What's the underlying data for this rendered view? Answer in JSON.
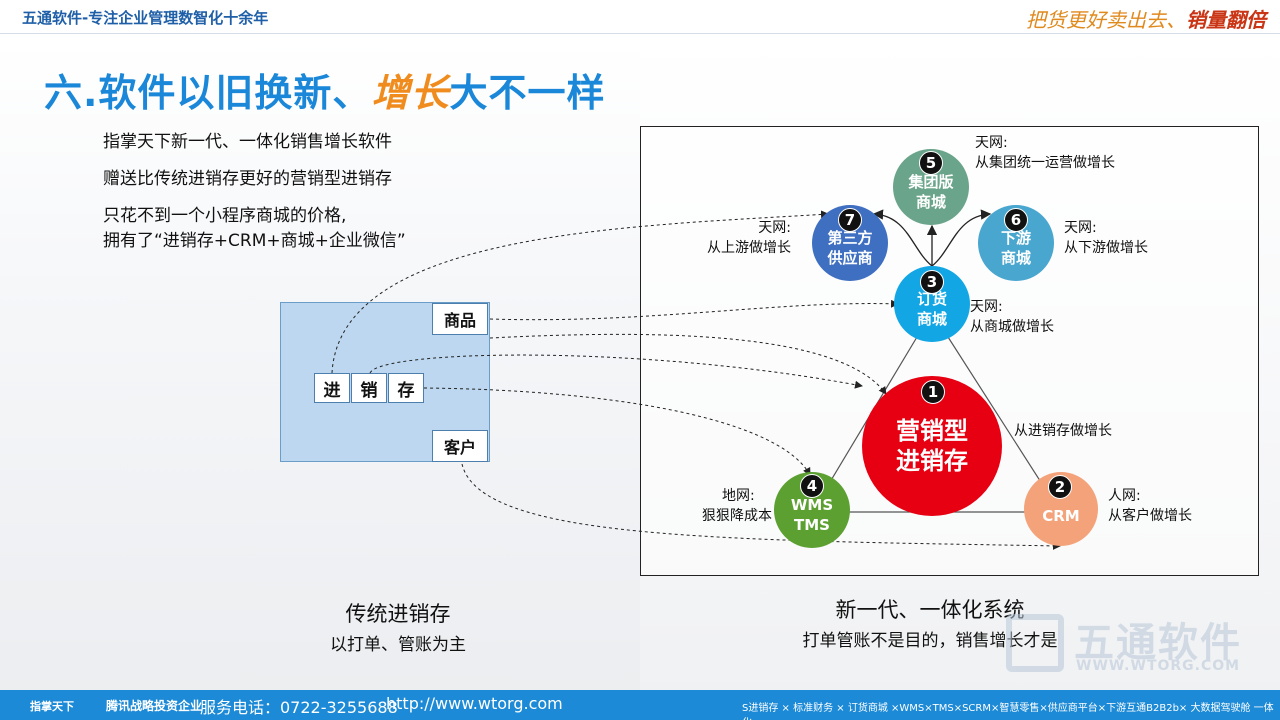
{
  "header": {
    "brand": "五通软件-专注企业管理数智化十余年",
    "slogan_a": "把货更好卖出去、",
    "slogan_b": "销量翻倍"
  },
  "title": {
    "part1": "六.软件以旧换新、",
    "accent": "增长",
    "part2": "大不一样"
  },
  "bullets": {
    "line1": "指掌天下新一代、一体化销售增长软件",
    "line2": "赠送比传统进销存更好的营销型进销存",
    "line3a": "只花不到一个小程序商城的价格,",
    "line3b": "拥有了“进销存+CRM+商城+企业微信”"
  },
  "legacy": {
    "goods": "商品",
    "customer": "客户",
    "jin": "进",
    "xiao": "销",
    "cun": "存",
    "caption": "传统进销存",
    "caption_sub": "以打单、管账为主"
  },
  "nodes": {
    "n1": {
      "num": "1",
      "l1": "营销型",
      "l2": "进销存",
      "color": "#e60012"
    },
    "n2": {
      "num": "2",
      "l1": "CRM",
      "color": "#f4a27a"
    },
    "n3": {
      "num": "3",
      "l1": "订货",
      "l2": "商城",
      "color": "#12a7e4"
    },
    "n4": {
      "num": "4",
      "l1": "WMS",
      "l2": "TMS",
      "color": "#5ca032"
    },
    "n5": {
      "num": "5",
      "l1": "集团版",
      "l2": "商城",
      "color": "#6aa48a"
    },
    "n6": {
      "num": "6",
      "l1": "下游",
      "l2": "商城",
      "color": "#49a6cf"
    },
    "n7": {
      "num": "7",
      "l1": "第三方",
      "l2": "供应商",
      "color": "#3f6fc1"
    }
  },
  "labels": {
    "l5a": "天网:",
    "l5b": "从集团统一运营做增长",
    "l7a": "天网:",
    "l7b": "从上游做增长",
    "l6a": "天网:",
    "l6b": "从下游做增长",
    "l3a": "天网:",
    "l3b": "从商城做增长",
    "l1a": "从进销存做增长",
    "l4a": "地网:",
    "l4b": "狠狠降成本",
    "l2a": "人网:",
    "l2b": "从客户做增长"
  },
  "new_caption": {
    "main": "新一代、一体化系统",
    "sub": "打单管账不是目的，销售增长才是"
  },
  "watermark": {
    "name": "五通软件",
    "url": "WWW.WTORG.COM"
  },
  "footer": {
    "brand": "指掌天下",
    "invest": "腾讯战略投资企业",
    "phone": "服务电话：0722-3255688",
    "web": "http://www.wtorg.com",
    "products": "S进销存 × 标准财务 × 订货商城 ×WMS×TMS×SCRM×智慧零售×供应商平台×下游互通B2B2b× 大数据驾驶舱 一体化"
  }
}
